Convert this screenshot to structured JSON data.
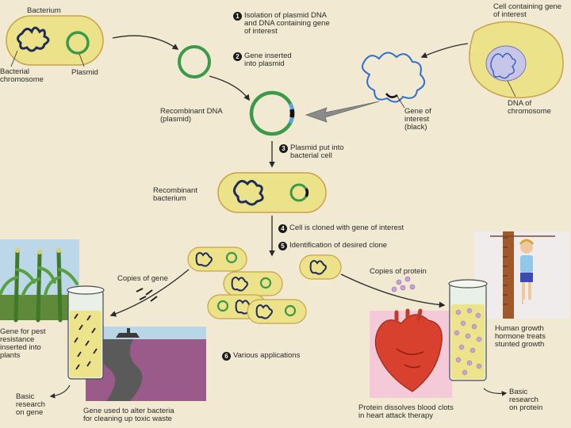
{
  "labels": {
    "bacterium": "Bacterium",
    "bacterial_chromosome": "Bacterial\nchromosome",
    "plasmid": "Plasmid",
    "cell_gene": "Cell containing gene\nof interest",
    "dna_chromosome": "DNA of\nchromosome",
    "gene_interest": "Gene of\ninterest\n(black)",
    "recombinant_dna": "Recombinant DNA\n(plasmid)",
    "recombinant_bacterium": "Recombinant\nbacterium",
    "copies_gene": "Copies of gene",
    "copies_protein": "Copies of protein",
    "gene_pest": "Gene for pest\nresistance\ninserted into\nplants",
    "basic_gene": "Basic\nresearch\non gene",
    "gene_bacteria": "Gene used to alter bacteria\nfor cleaning up toxic waste",
    "protein_clots": "Protein dissolves blood clots\nin heart attack therapy",
    "hgh": "Human growth\nhormone treats\nstunted growth",
    "basic_protein": "Basic\nresearch\non protein"
  },
  "steps": [
    {
      "num": "1",
      "text": "Isolation of plasmid DNA\nand DNA containing gene\nof interest"
    },
    {
      "num": "2",
      "text": "Gene inserted\ninto plasmid"
    },
    {
      "num": "3",
      "text": "Plasmid put into\nbacterial cell"
    },
    {
      "num": "4",
      "text": "Cell is cloned with gene of interest"
    },
    {
      "num": "5",
      "text": "Identification of desired clone"
    },
    {
      "num": "6",
      "text": "Various applications"
    }
  ]
}
